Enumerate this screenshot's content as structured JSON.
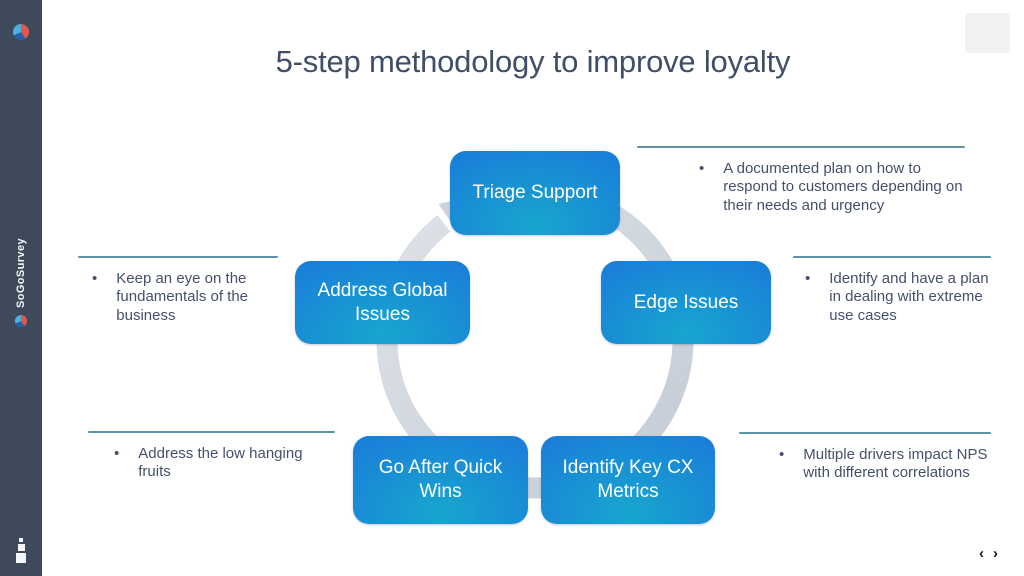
{
  "brand": {
    "name": "SoGoSurvey"
  },
  "header": {
    "title": "5-step methodology to improve loyalty"
  },
  "diagram": {
    "type": "cycle",
    "bullet": "•",
    "steps": [
      {
        "label": "Triage Support"
      },
      {
        "label": "Edge Issues"
      },
      {
        "label": "Identify Key CX Metrics"
      },
      {
        "label": "Go After Quick Wins"
      },
      {
        "label": "Address Global Issues"
      }
    ],
    "notes": [
      {
        "text": "A documented plan on how to respond to customers depending on their needs and urgency"
      },
      {
        "text": "Identify and have a plan in dealing with extreme use cases"
      },
      {
        "text": "Multiple drivers impact NPS with different correlations"
      },
      {
        "text": "Address the low hanging fruits"
      },
      {
        "text": "Keep an eye on the fundamentals of the business"
      }
    ]
  },
  "pager": {
    "prev": "‹",
    "next": "›"
  },
  "colors": {
    "sidebar_bg": "#3e4a5c",
    "box_blue": "#1b7ad8",
    "box_teal": "#17a6ce",
    "ring_gray": "#ccd3db",
    "note_line": "#5e94a9",
    "text": "#44506b",
    "logo_red": "#e2594c",
    "logo_dark_blue": "#2a5fa9",
    "logo_light_blue": "#4eb0e0"
  }
}
